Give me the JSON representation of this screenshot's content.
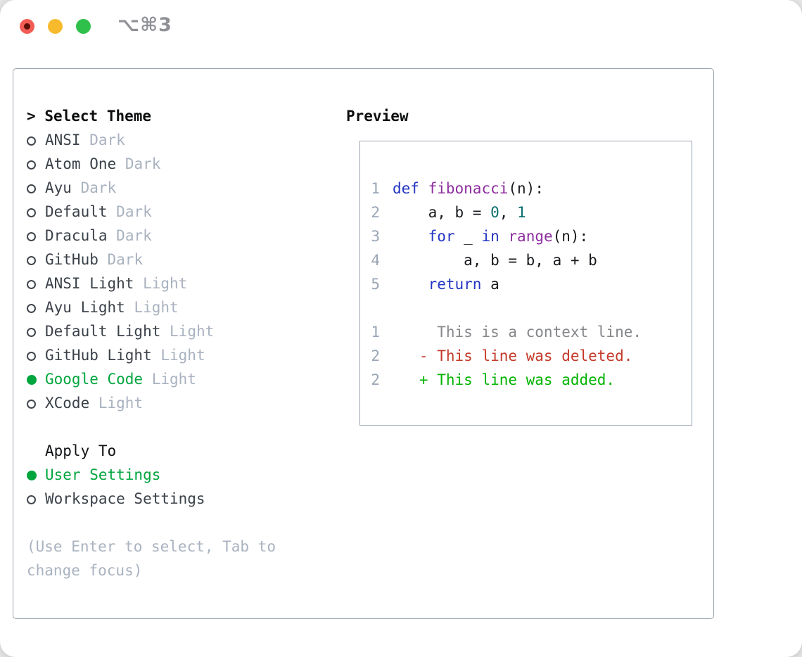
{
  "titlebar": {
    "shortcut_label": "⌥⌘3",
    "buttons": {
      "close": "#f25c54",
      "minimize": "#f7ba2c",
      "zoom": "#2ec04b"
    }
  },
  "panel": {
    "caret": ">",
    "title": "Select Theme",
    "themes": [
      {
        "name": "ANSI",
        "tag": "Dark",
        "selected": false
      },
      {
        "name": "Atom One",
        "tag": "Dark",
        "selected": false
      },
      {
        "name": "Ayu",
        "tag": "Dark",
        "selected": false
      },
      {
        "name": "Default",
        "tag": "Dark",
        "selected": false
      },
      {
        "name": "Dracula",
        "tag": "Dark",
        "selected": false
      },
      {
        "name": "GitHub",
        "tag": "Dark",
        "selected": false
      },
      {
        "name": "ANSI Light",
        "tag": "Light",
        "selected": false
      },
      {
        "name": "Ayu Light",
        "tag": "Light",
        "selected": false
      },
      {
        "name": "Default Light",
        "tag": "Light",
        "selected": false
      },
      {
        "name": "GitHub Light",
        "tag": "Light",
        "selected": false
      },
      {
        "name": "Google Code",
        "tag": "Light",
        "selected": true
      },
      {
        "name": "XCode",
        "tag": "Light",
        "selected": false
      }
    ],
    "apply_to": {
      "title": "Apply To",
      "options": [
        {
          "name": "User Settings",
          "selected": true
        },
        {
          "name": "Workspace Settings",
          "selected": false
        }
      ]
    },
    "hint_lines": [
      "(Use Enter to select, Tab to",
      "change focus)"
    ]
  },
  "preview": {
    "title": "Preview",
    "lines": [
      {
        "num": "1",
        "tokens": [
          [
            "kw",
            "def"
          ],
          [
            "pl",
            " "
          ],
          [
            "fn",
            "fibonacci"
          ],
          [
            "pl",
            "(n):"
          ]
        ]
      },
      {
        "num": "2",
        "tokens": [
          [
            "pl",
            "    a, b = "
          ],
          [
            "num",
            "0"
          ],
          [
            "pl",
            ", "
          ],
          [
            "num",
            "1"
          ]
        ]
      },
      {
        "num": "3",
        "tokens": [
          [
            "pl",
            "    "
          ],
          [
            "kw",
            "for"
          ],
          [
            "pl",
            " _ "
          ],
          [
            "kw",
            "in"
          ],
          [
            "pl",
            " "
          ],
          [
            "fn",
            "range"
          ],
          [
            "pl",
            "(n):"
          ]
        ]
      },
      {
        "num": "4",
        "tokens": [
          [
            "pl",
            "        a, b = b, a + b"
          ]
        ]
      },
      {
        "num": "5",
        "tokens": [
          [
            "pl",
            "    "
          ],
          [
            "kw",
            "return"
          ],
          [
            "pl",
            " a"
          ]
        ]
      },
      {
        "num": "",
        "tokens": []
      },
      {
        "num": "1",
        "tokens": [
          [
            "ctx",
            "     This is a context line."
          ]
        ]
      },
      {
        "num": "2",
        "tokens": [
          [
            "del",
            "   - This line was deleted."
          ]
        ]
      },
      {
        "num": "2",
        "tokens": [
          [
            "add",
            "   + This line was added."
          ]
        ]
      }
    ]
  },
  "colors": {
    "selected_green": "#00a53e",
    "keyword": "#2335c2",
    "function": "#8d2d9e",
    "number_literal": "#0a6e6e",
    "plain": "#17191c",
    "line_number": "#9aa6b6",
    "context": "#85878a",
    "deleted": "#c43a28",
    "added": "#00b400",
    "item_text": "#3b4149",
    "muted_text": "#a9b2bf",
    "panel_border": "#9aa3ae"
  }
}
